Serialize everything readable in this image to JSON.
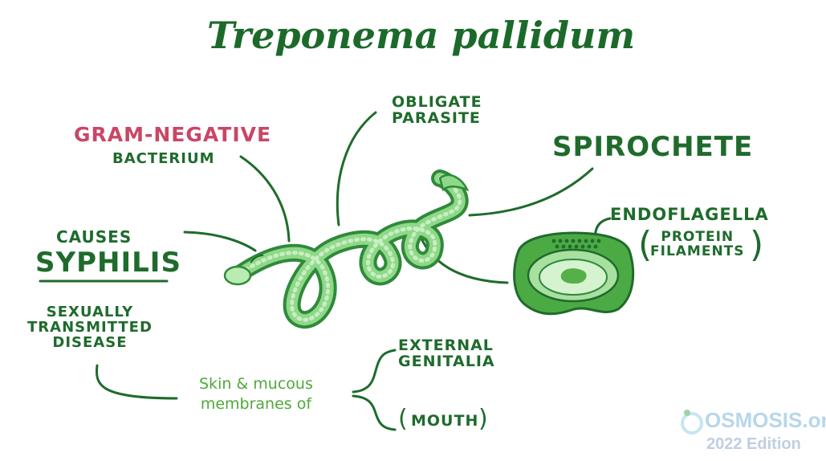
{
  "title": "Treponema pallidum",
  "labels": {
    "gram_negative": "GRAM-NEGATIVE",
    "bacterium": "BACTERIUM",
    "obligate_parasite": [
      "OBLIGATE",
      "PARASITE"
    ],
    "spirochete": "SPIROCHETE",
    "endoflagella": "ENDOFLAGELLA",
    "protein_filaments": [
      "PROTEIN",
      "FILAMENTS"
    ],
    "causes": "CAUSES",
    "syphilis": "SYPHILIS",
    "std": [
      "SEXUALLY",
      "TRANSMITTED",
      "DISEASE"
    ],
    "skin_mucous": [
      "Skin & mucous",
      "membranes of"
    ],
    "external_genitalia": [
      "EXTERNAL",
      "GENITALIA"
    ],
    "mouth": "MOUTH"
  },
  "branding": {
    "logo": "OSMOSIS.org",
    "edition": "2022 Edition"
  },
  "colors": {
    "dark_green": "#1f6b2c",
    "light_green": "#4fa83a",
    "pink": "#c94766",
    "logo_blue": "#b7d7ea"
  }
}
